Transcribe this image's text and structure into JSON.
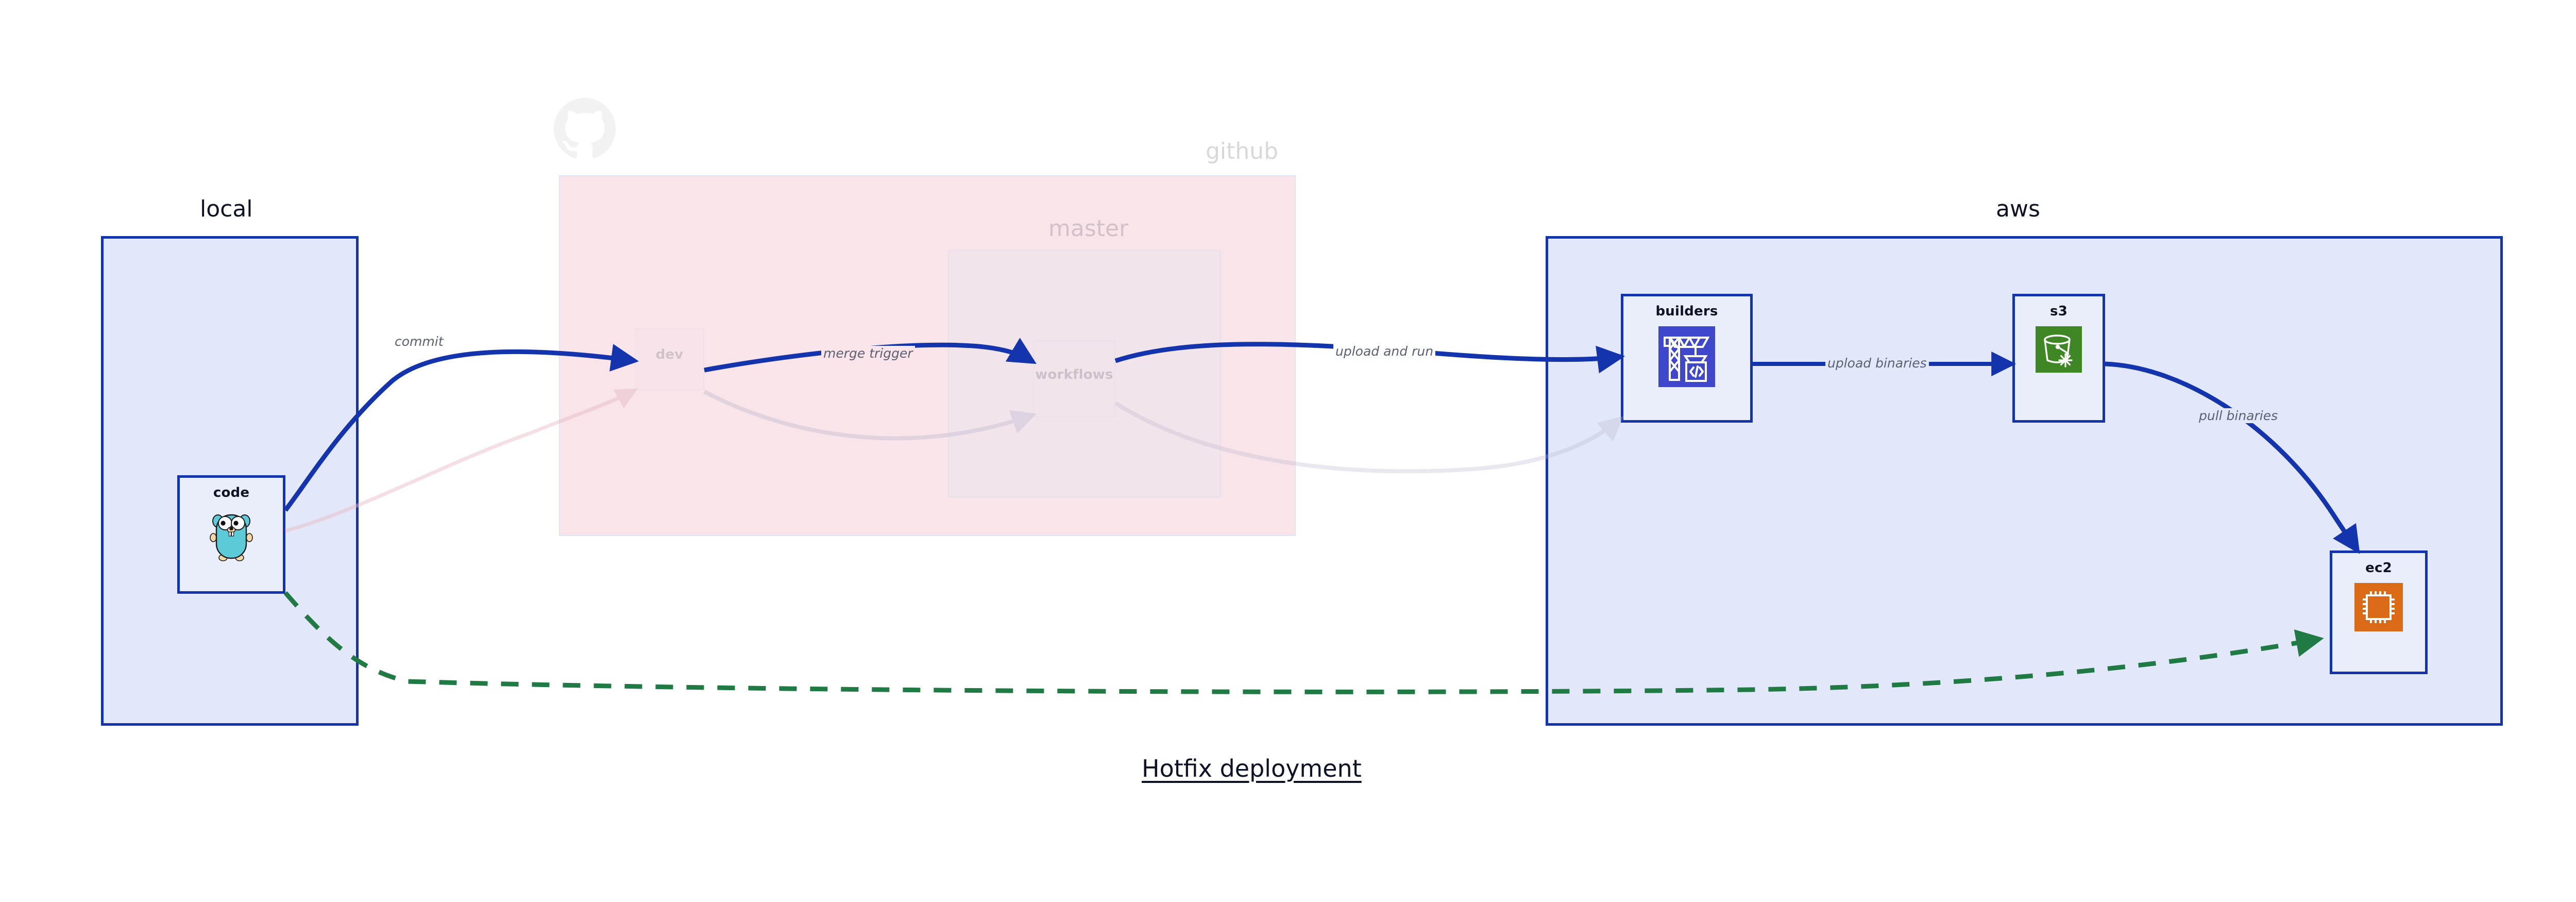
{
  "title": "Hotfix deployment",
  "colors": {
    "local_fill": "#e2e7f9",
    "local_border": "#1434ae",
    "github_fill": "#f8e4e9",
    "github_border": "#dfe4f5",
    "aws_fill": "#e2e7f9",
    "aws_border": "#1434ae",
    "node_fill": "#eaeefb",
    "node_border": "#1434ae",
    "edge_blue": "#1434ae",
    "edge_green": "#1f7a44",
    "edge_label": "#5b6170",
    "faded_label": "#dfe0e4",
    "codebuild_bg": "#3f48cc",
    "s3_bg": "#3f8624",
    "ec2_bg": "#da6a16",
    "gopher_body": "#5dcad7"
  },
  "clusters": [
    {
      "id": "local",
      "label": "local"
    },
    {
      "id": "github",
      "label": "github"
    },
    {
      "id": "master",
      "label": "master"
    },
    {
      "id": "aws",
      "label": "aws"
    }
  ],
  "nodes": [
    {
      "id": "code",
      "label": "code",
      "icon": "go-gopher-icon"
    },
    {
      "id": "dev",
      "label": "dev",
      "icon": "none"
    },
    {
      "id": "workflows",
      "label": "workflows",
      "icon": "none"
    },
    {
      "id": "builders",
      "label": "builders",
      "icon": "aws-codebuild-icon"
    },
    {
      "id": "s3",
      "label": "s3",
      "icon": "aws-s3-glacier-icon"
    },
    {
      "id": "ec2",
      "label": "ec2",
      "icon": "aws-ec2-icon"
    }
  ],
  "edges": [
    {
      "id": "commit",
      "label": "commit",
      "from": "code",
      "to": "dev",
      "style": "solid-blue"
    },
    {
      "id": "merge-trigger",
      "label": "merge trigger",
      "from": "dev",
      "to": "workflows",
      "style": "solid-blue"
    },
    {
      "id": "upload-and-run",
      "label": "upload and run",
      "from": "workflows",
      "to": "builders",
      "style": "solid-blue"
    },
    {
      "id": "upload-binaries",
      "label": "upload binaries",
      "from": "builders",
      "to": "s3",
      "style": "solid-blue"
    },
    {
      "id": "pull-binaries",
      "label": "pull binaries",
      "from": "s3",
      "to": "ec2",
      "style": "solid-blue"
    },
    {
      "id": "hotfix-direct",
      "label": "",
      "from": "code",
      "to": "ec2",
      "style": "dashed-green"
    }
  ],
  "github_logo": "github-octocat-icon"
}
